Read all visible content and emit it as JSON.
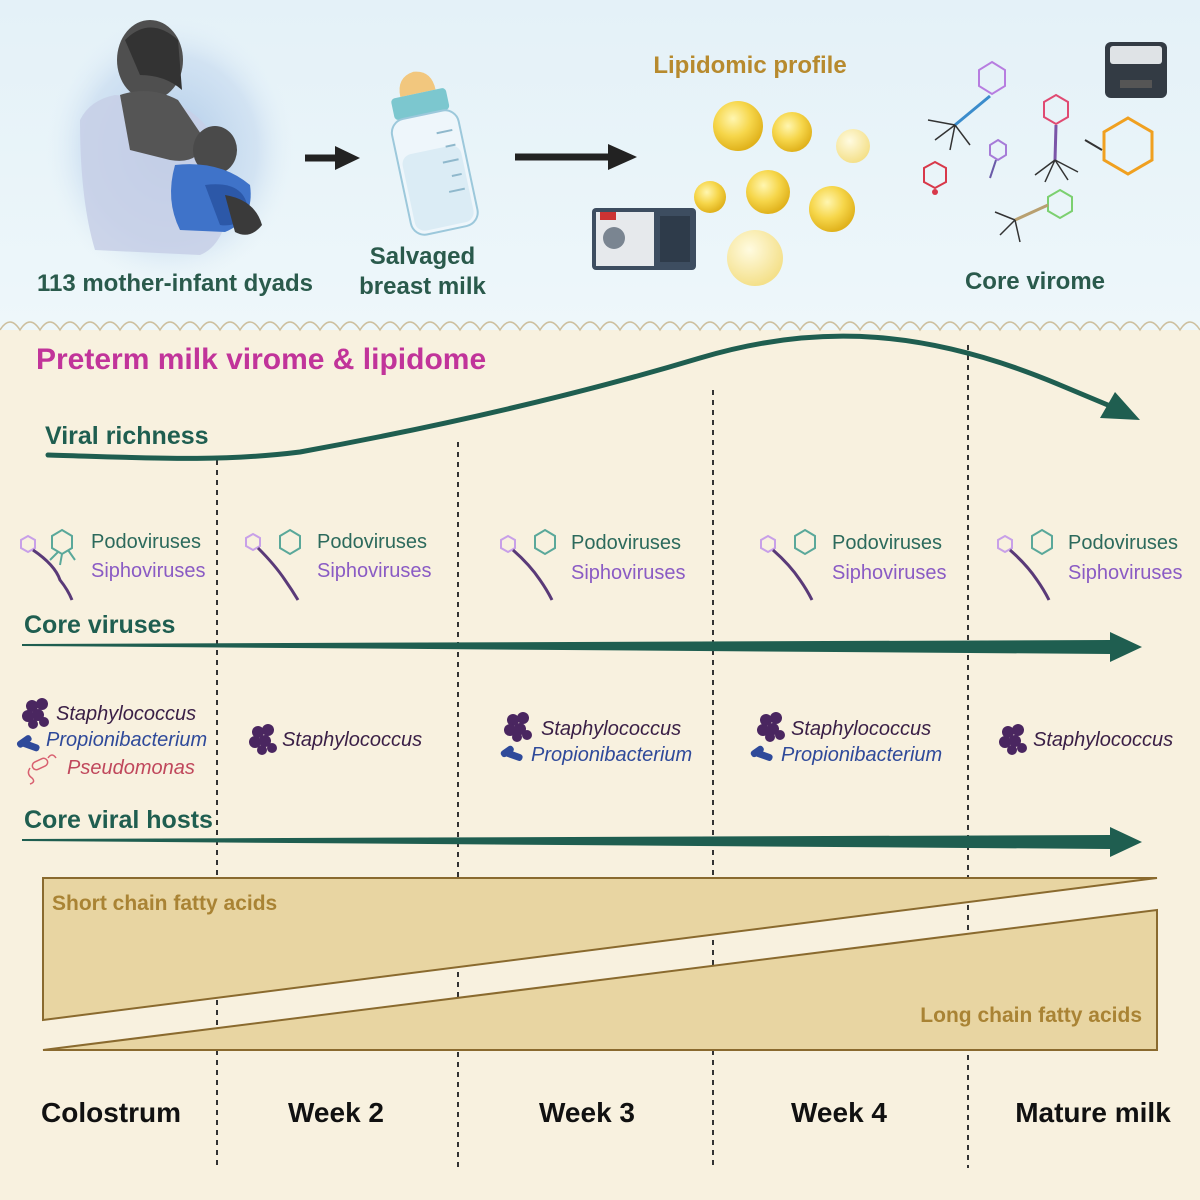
{
  "header": {
    "dyads_label": "113 mother-infant dyads",
    "salvaged_label": "Salvaged breast milk",
    "lipidomic_label": "Lipidomic profile",
    "core_virome_label": "Core virome"
  },
  "main_title": "Preterm milk virome & lipidome",
  "rows": {
    "viral_richness": "Viral richness",
    "core_viruses": "Core viruses",
    "core_viral_hosts": "Core viral hosts"
  },
  "virus_types": {
    "podoviruses": "Podoviruses",
    "siphoviruses": "Siphoviruses"
  },
  "hosts": {
    "colostrum": [
      "Staphylococcus",
      "Propionibacterium",
      "Pseudomonas"
    ],
    "week2": [
      "Staphylococcus"
    ],
    "week3": [
      "Staphylococcus",
      "Propionibacterium"
    ],
    "week4": [
      "Staphylococcus",
      "Propionibacterium"
    ],
    "mature": [
      "Staphylococcus"
    ]
  },
  "fatty_acids": {
    "short_chain": "Short chain fatty acids",
    "long_chain": "Long chain fatty acids"
  },
  "timepoints": [
    "Colostrum",
    "Week 2",
    "Week 3",
    "Week 4",
    "Mature milk"
  ],
  "icons": [
    "mother-breastfeeding-icon",
    "arrow-right-icon",
    "baby-bottle-icon",
    "lipid-droplet-icon",
    "mass-spectrometer-icon",
    "sequencer-icon",
    "bacteriophage-icon",
    "staphylococcus-icon",
    "propionibacterium-icon",
    "pseudomonas-icon",
    "trend-arrow-icon"
  ],
  "colors": {
    "header_bg": "#e4f1f8",
    "panel_bg": "#f8f1df",
    "title_magenta": "#c1349a",
    "arrow_green": "#1f5e50",
    "virus_green": "#2c6a5c",
    "sipho_purple": "#8a5bc4",
    "staph_purple": "#3a1f46",
    "prop_blue": "#2f4a9a",
    "pseudo_red": "#c0485c",
    "lipid_gold": "#a98334",
    "lipid_fill": "#e8d5a2"
  }
}
